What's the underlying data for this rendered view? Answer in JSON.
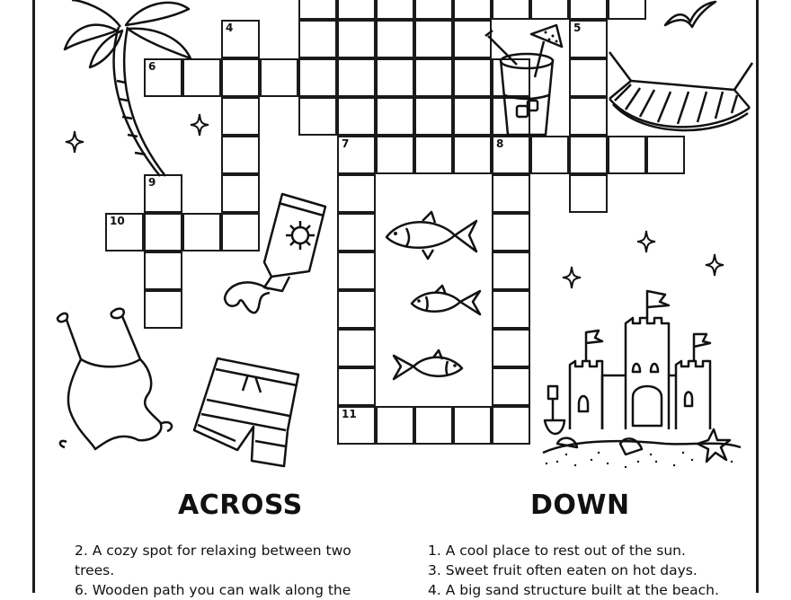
{
  "across": {
    "heading": "ACROSS",
    "clues": [
      "2. A cozy spot for relaxing between two trees.",
      "6. Wooden path you can walk along the"
    ]
  },
  "down": {
    "heading": "DOWN",
    "clues": [
      "1. A cool place to rest out of the sun.",
      "3. Sweet fruit often eaten on hot days.",
      "4. A big sand structure built at the beach."
    ]
  },
  "grid_numbers": [
    "4",
    "5",
    "6",
    "7",
    "8",
    "9",
    "10",
    "11"
  ]
}
